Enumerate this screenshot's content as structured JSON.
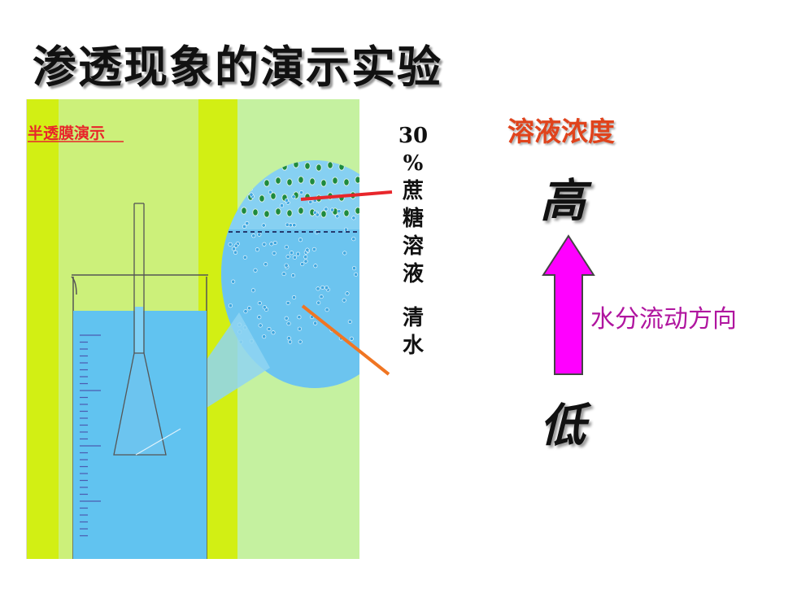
{
  "slide": {
    "title": "渗透现象的演示实验"
  },
  "figure": {
    "panel_label": "半透膜演示",
    "colors": {
      "stripe_yellow": "#d2ef14",
      "stripe_light": "#c7f590",
      "water": "#61c3f0",
      "bead": "#1e8a3e",
      "panel_label_color": "#e8262b"
    }
  },
  "labels": {
    "sugar_solution": [
      "30",
      "%",
      "蔗",
      "糖",
      "溶",
      "液"
    ],
    "water": [
      "清",
      "水"
    ]
  },
  "concentration": {
    "title": "溶液浓度",
    "high": "高",
    "low": "低",
    "flow_direction": "水分流动方向",
    "arrow_color": "#ff00ff"
  }
}
